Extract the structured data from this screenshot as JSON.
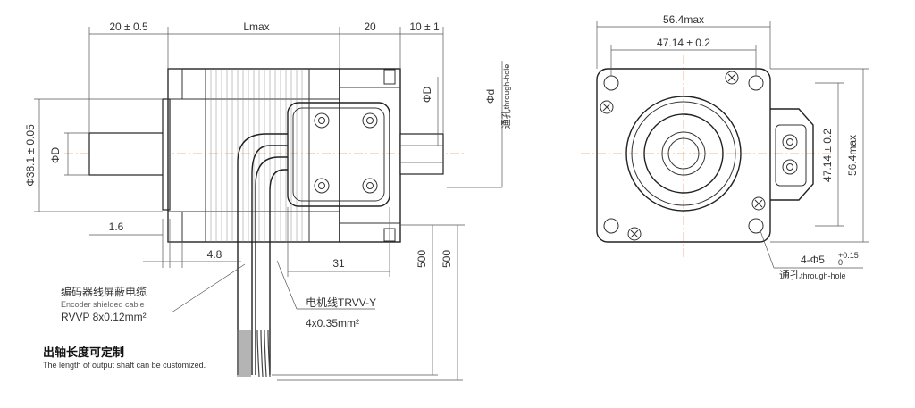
{
  "side_view": {
    "dim_shaft_length": "20 ± 0.5",
    "dim_body_length": "Lmax",
    "dim_encoder_length": "20",
    "dim_rear_shaft": "10 ± 1",
    "dim_flange_diameter": "Φ38.1 ± 0.05",
    "dim_front_shaft_d": "ΦD",
    "dim_rear_shaft_d": "ΦD",
    "dim_hole_d": "Φd",
    "dim_hole_label_cn": "通孔",
    "dim_hole_label_en": "through-hole",
    "dim_flange_thickness": "1.6",
    "dim_step": "4.8",
    "dim_encoder_width": "31",
    "dim_cable_len_a": "500",
    "dim_cable_len_b": "500"
  },
  "front_view": {
    "dim_width": "56.4max",
    "dim_hole_spacing": "47.14 ± 0.2",
    "dim_height": "56.4max",
    "dim_vert_spacing": "47.14 ± 0.2",
    "dim_holes": "4-Φ5",
    "dim_holes_tol_upper": "+0.15",
    "dim_holes_tol_lower": "0",
    "dim_holes_note_cn": "通孔",
    "dim_holes_note_en": "through-hole"
  },
  "cables": {
    "encoder_cn": "编码器线屏蔽电缆",
    "encoder_en": "Encoder shielded cable",
    "encoder_spec": "RVVP 8x0.12mm²",
    "motor_cn": "电机线TRVV-Y",
    "motor_spec": "4x0.35mm²"
  },
  "notes": {
    "title_cn": "出轴长度可定制",
    "title_en": "The length of output shaft can be customized."
  }
}
